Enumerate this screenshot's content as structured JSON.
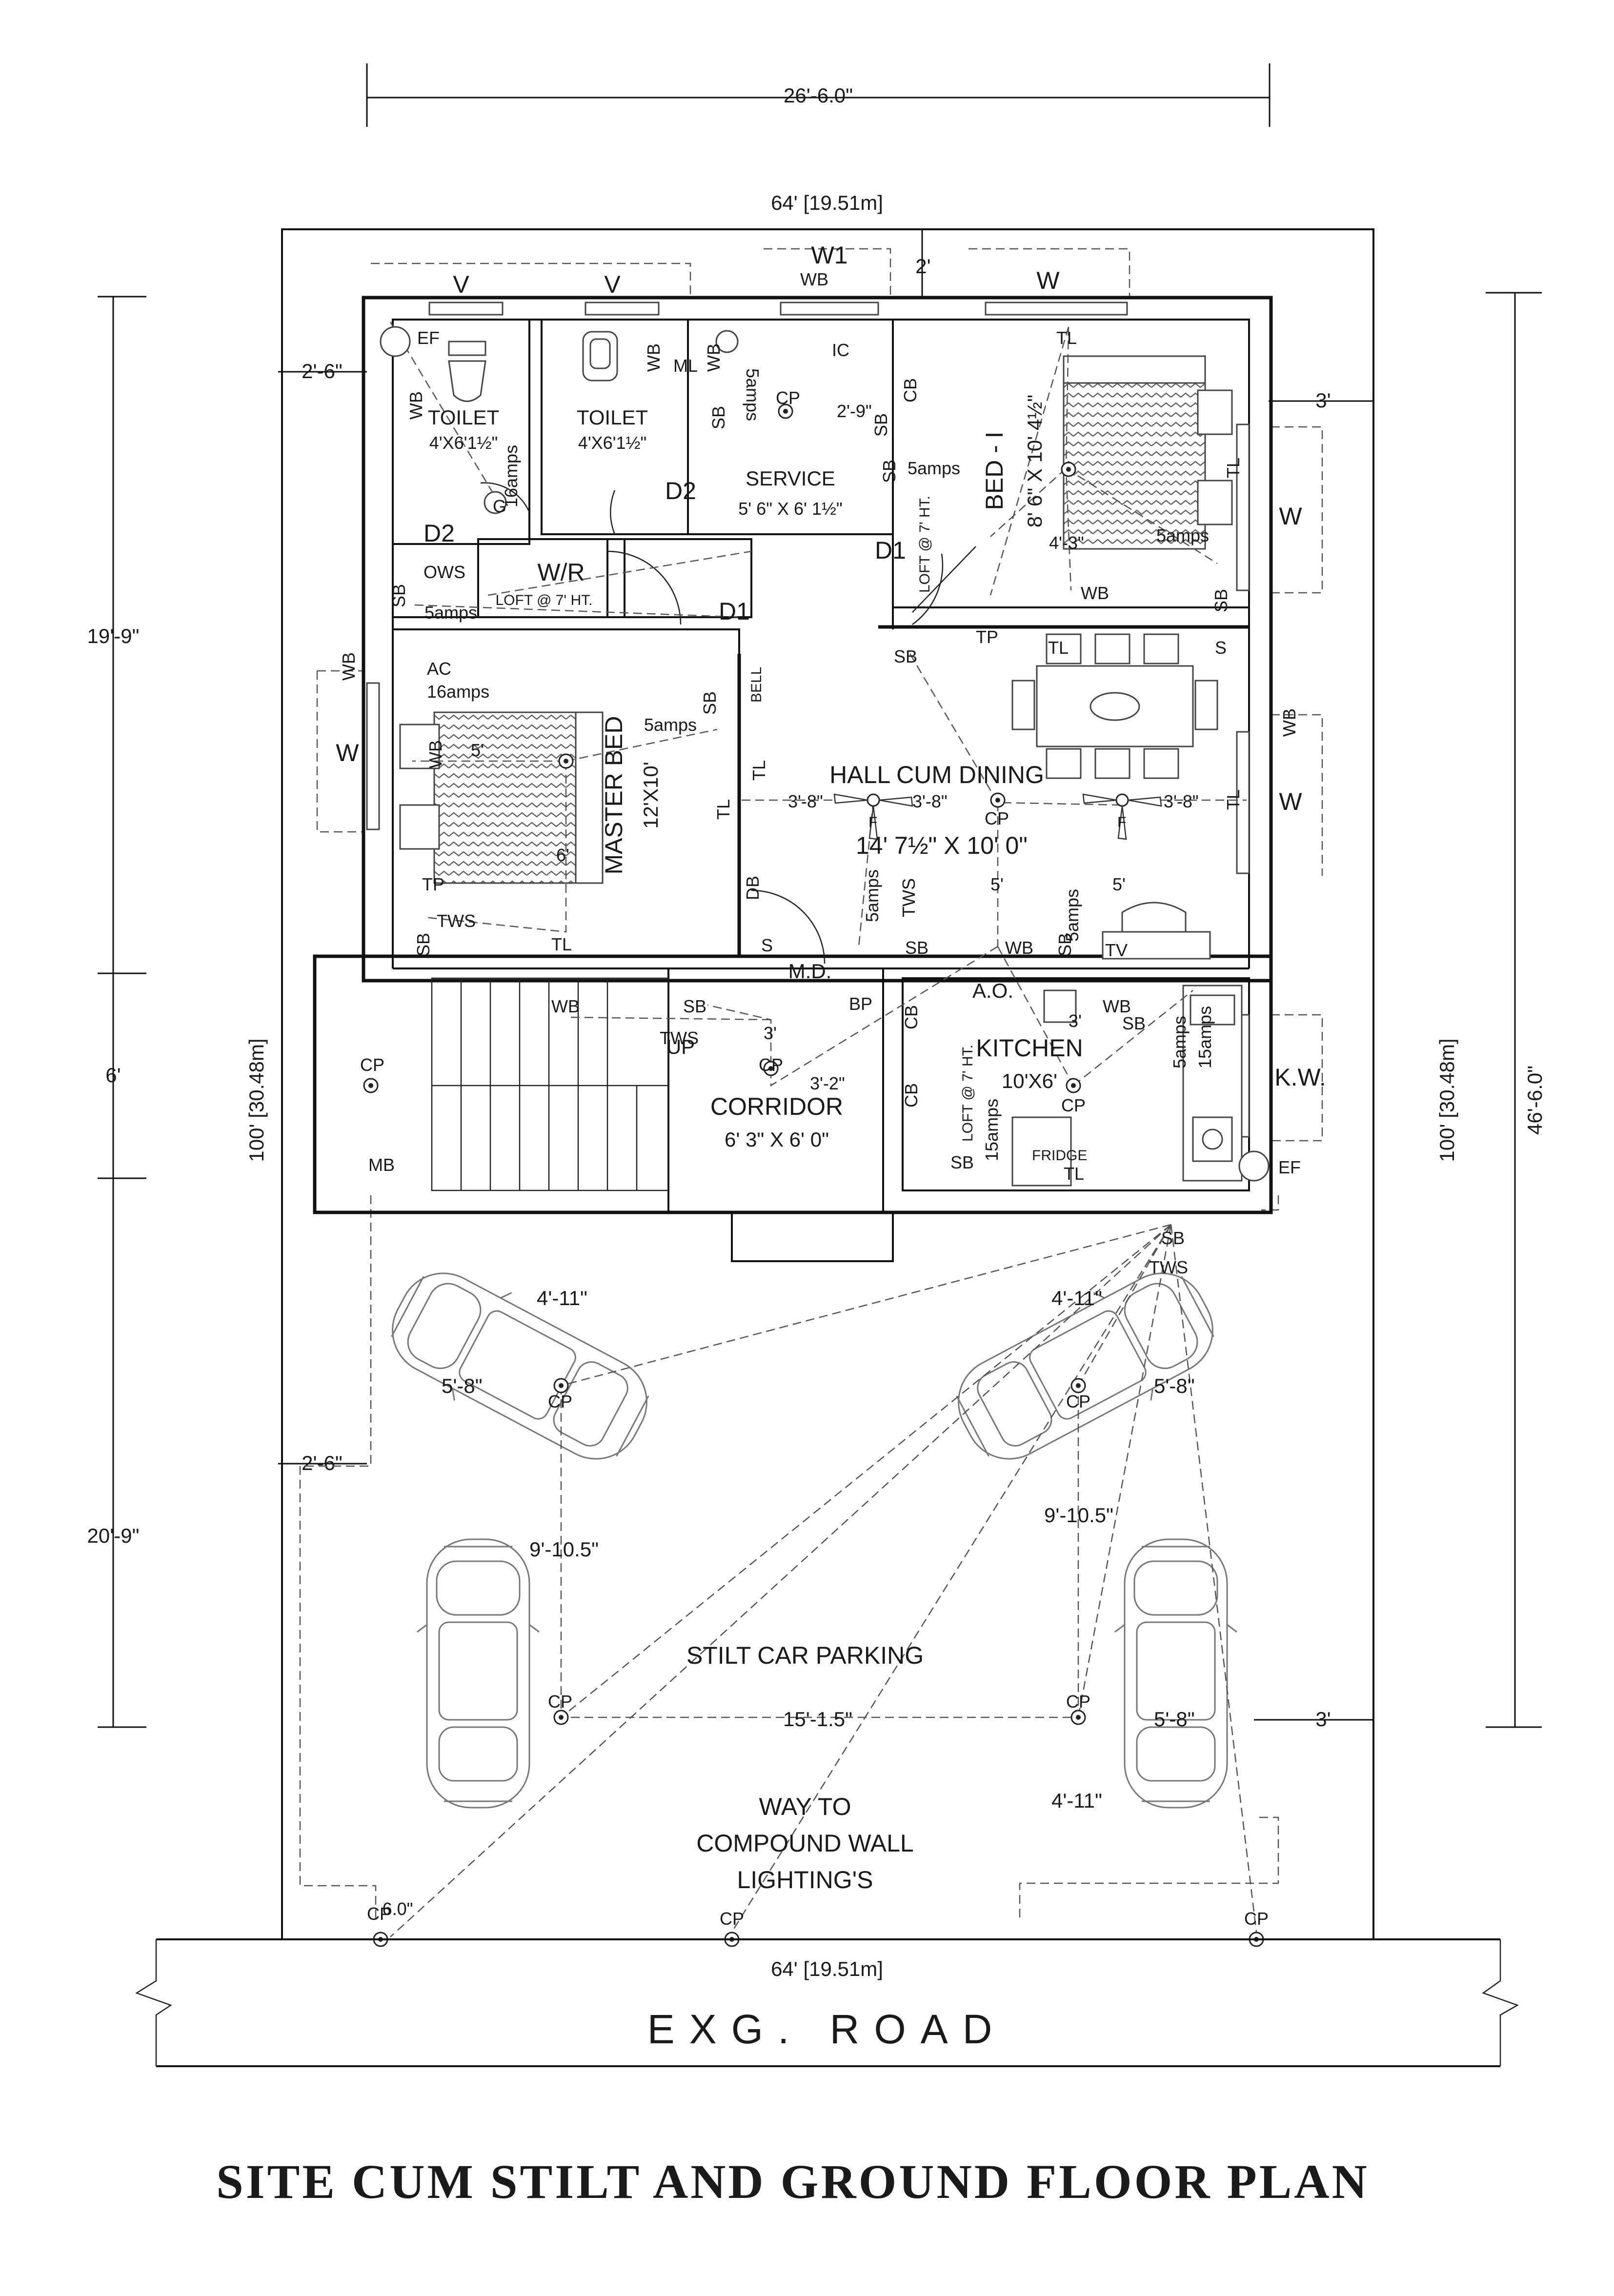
{
  "drawing_title": "SITE CUM STILT AND GROUND FLOOR PLAN",
  "road_label": "EXG. ROAD",
  "dimensions": {
    "top_width": "26'-6.0\"",
    "plot_width_top": "64' [19.51m]",
    "plot_width_bottom": "64' [19.51m]",
    "left_upper": "19'-9\"",
    "left_middle": "6'",
    "left_lower": "20'-9\"",
    "plot_depth_left": "100' [30.48m]",
    "plot_depth_right": "100' [30.48m]",
    "right_total": "46'-6.0\"",
    "setback_left_top": "2'-6\"",
    "setback_left_mid": "2'-6\"",
    "setback_top": "2'",
    "setback_right_top": "3'",
    "setback_right_bottom": "3'",
    "front_gap": "6.0\""
  },
  "rooms": {
    "toilet1": {
      "name": "TOILET",
      "size": "4'X6'1½\""
    },
    "toilet2": {
      "name": "TOILET",
      "size": "4'X6'1½\""
    },
    "service": {
      "name": "SERVICE",
      "size": "5' 6\" X 6' 1½\""
    },
    "bed1": {
      "name": "BED - I",
      "size": "8' 6\" X 10' 4½\""
    },
    "wr": {
      "name": "W/R",
      "note": "LOFT @ 7' HT."
    },
    "master": {
      "name": "MASTER BED",
      "size": "12'X10'"
    },
    "hall": {
      "name": "HALL  CUM  DINING",
      "size": "14' 7½\" X 10' 0\""
    },
    "corridor": {
      "name": "CORRIDOR",
      "size": "6' 3\" X 6' 0\""
    },
    "kitchen": {
      "name": "KITCHEN",
      "size": "10'X6'"
    },
    "parking": {
      "name": "STILT   CAR  PARKING"
    },
    "compound": {
      "line1": "WAY  TO",
      "line2": "COMPOUND WALL",
      "line3": "LIGHTING'S"
    }
  },
  "openings": {
    "v": "V",
    "w": "W",
    "w1": "W1",
    "kw": "K.W.",
    "d1": "D1",
    "d2": "D2",
    "md": "M.D.",
    "ao": "A.O.",
    "up": "UP"
  },
  "fixtures": {
    "ef": "EF",
    "wb": "WB",
    "cp": "CP",
    "sb": "SB",
    "ic": "IC",
    "ml": "ML",
    "ows": "OWS",
    "tws": "TWS",
    "tl": "TL",
    "tp": "TP",
    "ac": "AC",
    "tv": "TV",
    "bp": "BP",
    "mb": "MB",
    "db": "DB",
    "cb": "CB",
    "s": "S",
    "g": "G",
    "f": "F",
    "bell": "BELL",
    "fridge": "FRIDGE",
    "amps5": "5amps",
    "amps15": "15amps",
    "amps16": "16amps",
    "loft7": "LOFT @ 7' HT."
  },
  "inner_dims": {
    "d_2_9": "2'-9\"",
    "d_4_3": "4'-3\"",
    "d_5": "5'",
    "d_6": "6'",
    "d_3_8": "3'-8\"",
    "d_3": "3'",
    "d_3_2": "3'-2\"",
    "d_4_11": "4'-11\"",
    "d_5_8": "5'-8\"",
    "d_9_10_5": "9'-10.5\"",
    "d_15_1_5": "15'-1.5\""
  }
}
